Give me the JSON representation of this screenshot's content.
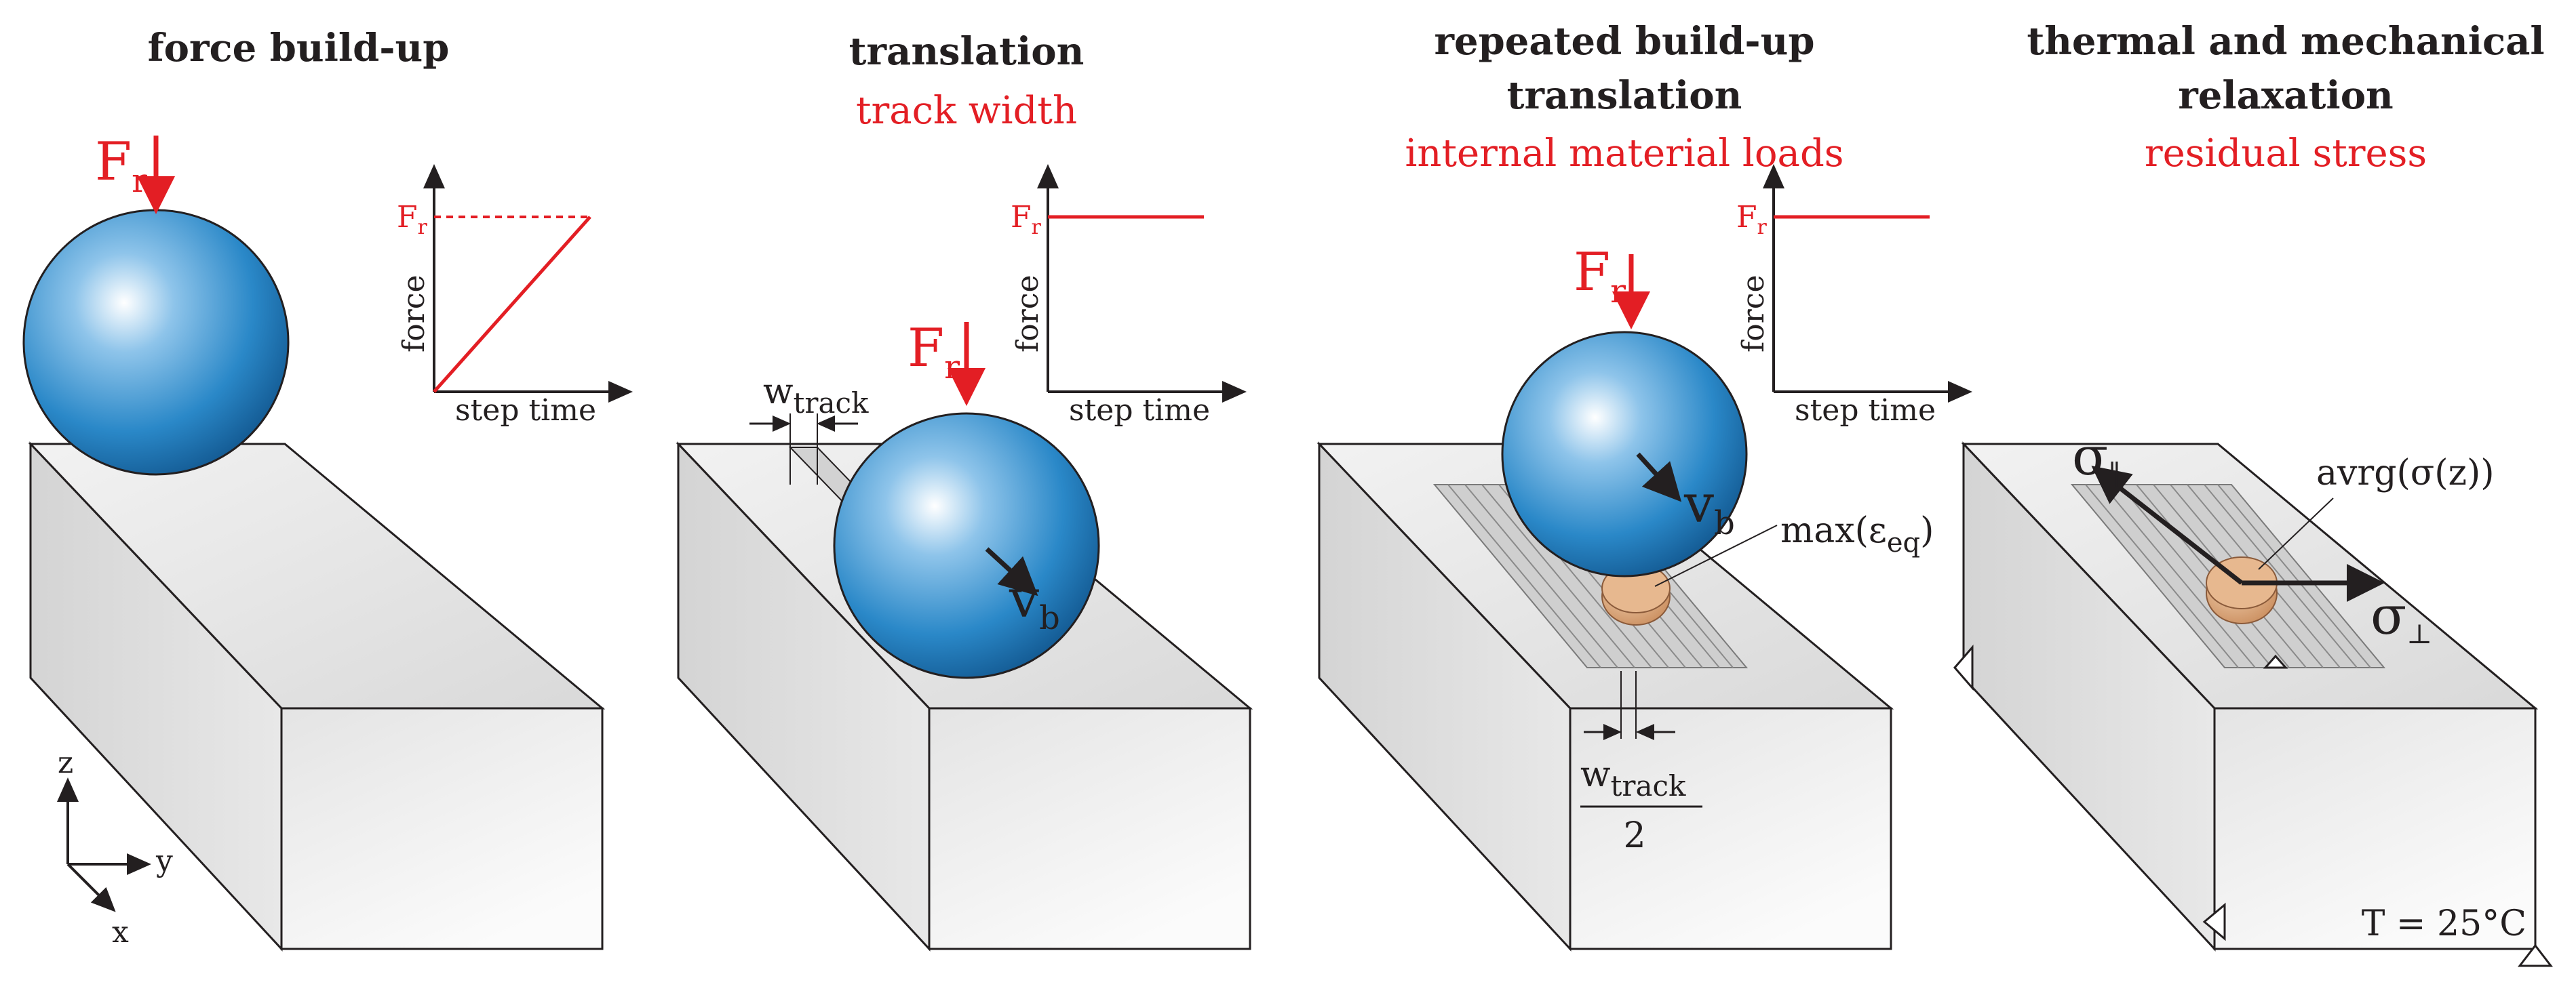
{
  "colors": {
    "accent_red": "#e31e24",
    "ball_blue": "#1f7fc4",
    "ink": "#231f20",
    "block_grey": "#e6e6e6",
    "contact_tan": "#d9a67a"
  },
  "panels": [
    {
      "title_lines": [
        "force build-up"
      ],
      "subtitle_lines": [],
      "force_label": "F",
      "force_sub": "r",
      "graph": {
        "y_label": "force",
        "x_label": "step time",
        "y_tick": "F",
        "y_tick_sub": "r",
        "shape": "ramp"
      },
      "axes": {
        "z": "z",
        "y": "y",
        "x": "x"
      }
    },
    {
      "title_lines": [
        "translation"
      ],
      "subtitle_lines": [
        "track width"
      ],
      "force_label": "F",
      "force_sub": "r",
      "velocity_label": "v",
      "velocity_sub": "b",
      "width_label": "w",
      "width_sub": "track",
      "graph": {
        "y_label": "force",
        "x_label": "step time",
        "y_tick": "F",
        "y_tick_sub": "r",
        "shape": "constant"
      }
    },
    {
      "title_lines": [
        "repeated build-up",
        "translation"
      ],
      "subtitle_lines": [
        "internal material loads"
      ],
      "force_label": "F",
      "force_sub": "r",
      "velocity_label": "v",
      "velocity_sub": "b",
      "strain_label": "max(ε",
      "strain_sub": "eq",
      "strain_close": ")",
      "width_label": "w",
      "width_sub": "track",
      "width_den": "2",
      "graph": {
        "y_label": "force",
        "x_label": "step time",
        "y_tick": "F",
        "y_tick_sub": "r",
        "shape": "constant"
      }
    },
    {
      "title_lines": [
        "thermal and mechanical",
        "relaxation"
      ],
      "subtitle_lines": [
        "residual stress"
      ],
      "avg_label": "avrg(σ(z))",
      "sigma_par": "σ",
      "sigma_par_sub": "∥",
      "sigma_perp": "σ",
      "sigma_perp_sub": "⊥",
      "temperature": "T = 25°C"
    }
  ]
}
